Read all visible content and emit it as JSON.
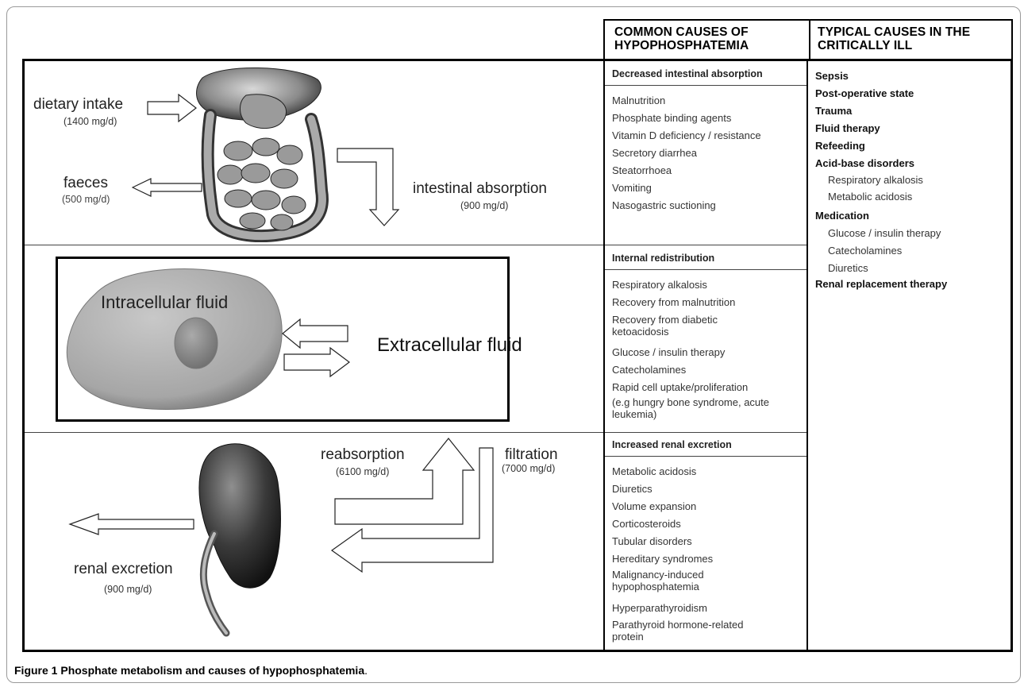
{
  "header": {
    "col1": [
      "COMMON CAUSES OF",
      "HYPOPHOSPHATEMIA"
    ],
    "col2": [
      "TYPICAL CAUSES IN THE",
      "CRITICALLY ILL"
    ]
  },
  "diagram": {
    "dietary_intake": "dietary intake",
    "dietary_amount": "(1400 mg/d)",
    "faeces": "faeces",
    "faeces_amount": "(500 mg/d)",
    "intestinal_absorption": "intestinal absorption",
    "intestinal_amount": "(900 mg/d)",
    "intracellular": "Intracellular fluid",
    "extracellular": "Extracellular fluid",
    "reabsorption": "reabsorption",
    "reabsorption_amount": "(6100 mg/d)",
    "filtration": "filtration",
    "filtration_amount": "(7000 mg/d)",
    "renal_excretion": "renal excretion",
    "renal_amount": "(900 mg/d)"
  },
  "common_causes": [
    {
      "heading": "Decreased intestinal absorption",
      "items": [
        "Malnutrition",
        "Phosphate binding agents",
        "Vitamin D deficiency / resistance",
        "Secretory diarrhea",
        "Steatorrhoea",
        "Vomiting",
        "Nasogastric suctioning"
      ]
    },
    {
      "heading": "Internal redistribution",
      "items": [
        "Respiratory alkalosis",
        "Recovery from malnutrition",
        "Recovery from diabetic ketoacidosis",
        "Glucose / insulin therapy",
        "Catecholamines",
        "Rapid cell uptake/proliferation",
        "(e.g hungry bone syndrome, acute leukemia)"
      ]
    },
    {
      "heading": "Increased renal excretion",
      "items": [
        "Metabolic acidosis",
        "Diuretics",
        "Volume expansion",
        "Corticosteroids",
        "Tubular disorders",
        "Hereditary syndromes",
        "Malignancy-induced hypophosphatemia",
        "Hyperparathyroidism",
        "Parathyroid hormone-related protein"
      ]
    }
  ],
  "critically_ill": [
    {
      "text": "Sepsis",
      "bold": true
    },
    {
      "text": "Post-operative state",
      "bold": true
    },
    {
      "text": "Trauma",
      "bold": true
    },
    {
      "text": "Fluid therapy",
      "bold": true
    },
    {
      "text": "Refeeding",
      "bold": true
    },
    {
      "text": "Acid-base disorders",
      "bold": true
    },
    {
      "text": "Respiratory alkalosis",
      "bold": false
    },
    {
      "text": "Metabolic acidosis",
      "bold": false
    },
    {
      "text": "Medication",
      "bold": true
    },
    {
      "text": "Glucose / insulin therapy",
      "bold": false
    },
    {
      "text": "Catecholamines",
      "bold": false
    },
    {
      "text": "Diuretics",
      "bold": false
    },
    {
      "text": "Renal replacement therapy",
      "bold": true
    }
  ],
  "caption": {
    "label": "Figure 1",
    "title": "Phosphate metabolism and causes of hypophosphatemia",
    "period": "."
  }
}
